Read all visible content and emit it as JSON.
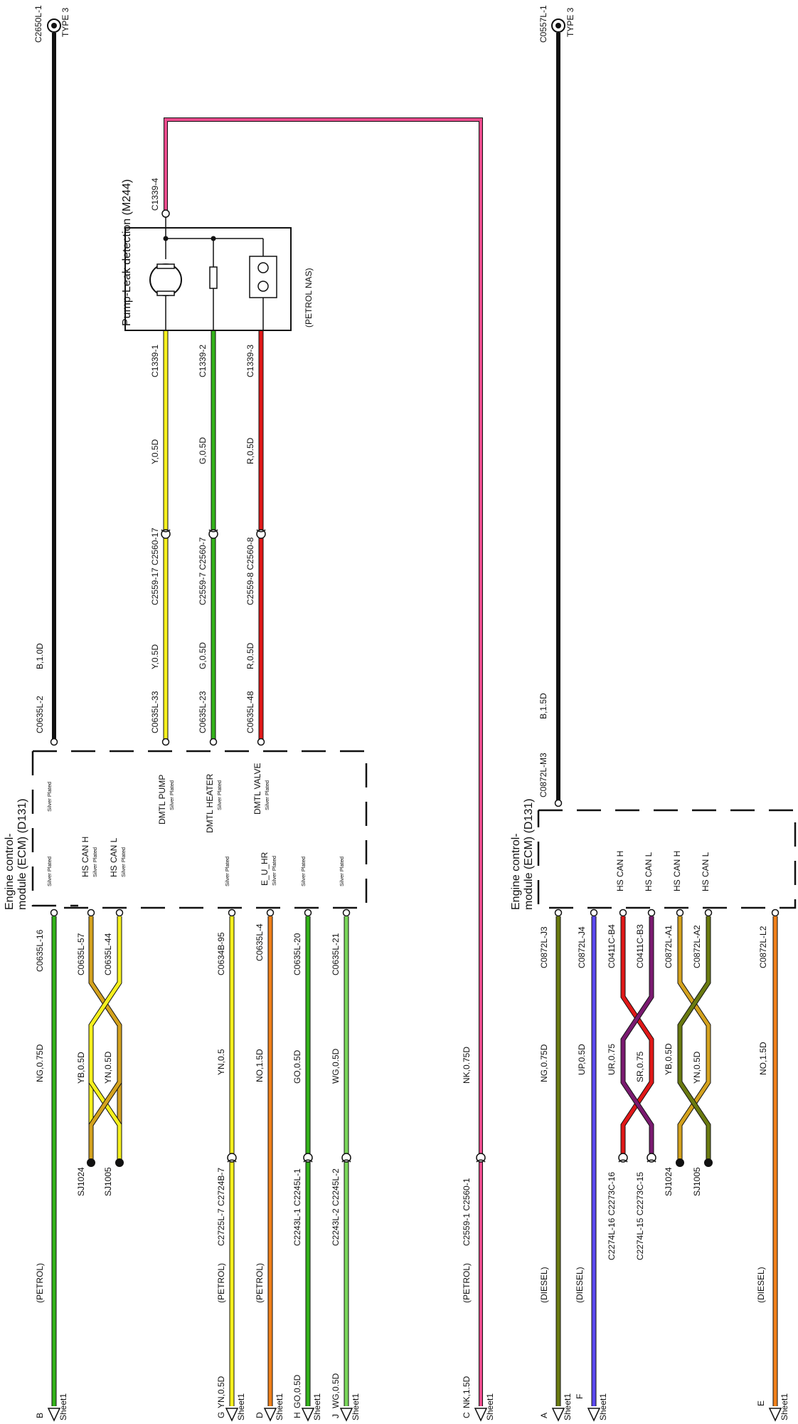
{
  "colors": {
    "black": "#111111",
    "green": "#33b21a",
    "yellow": "#f5f01e",
    "red": "#e01818",
    "pink": "#e94b8c",
    "orange": "#f0801a",
    "blue": "#5b49f0",
    "violet": "#7a1a70",
    "olive": "#6a7a10",
    "gold": "#d4a21e"
  },
  "grounds": [
    {
      "id": "C2650L-1",
      "type": "TYPE 3"
    },
    {
      "id": "C0557L-1",
      "type": "TYPE 3"
    }
  ],
  "pump": {
    "title": "Pump-Leak detection (M244)",
    "note": "(PETROL NAS)",
    "top_pin": "C1339-4",
    "pins": [
      "C1339-1",
      "C1339-2",
      "C1339-3"
    ]
  },
  "ecm_top": {
    "title_line1": "Engine control-",
    "title_line2": "module (ECM) (D131)",
    "silver": "Silver Plated",
    "pins": {
      "dmtl_pump": "DMTL PUMP",
      "dmtl_heater": "DMTL HEATER",
      "dmtl_valve": "DMTL VALVE",
      "hs_can_h": "HS CAN H",
      "hs_can_l": "HS CAN L",
      "e_u_hr": "E_U_HR"
    }
  },
  "ecm_bottom": {
    "title_line1": "Engine control-",
    "title_line2": "module (ECM) (D131)",
    "hs_can_h": "HS CAN H",
    "hs_can_l": "HS CAN L"
  },
  "top_wires": {
    "ground": {
      "conn": "C0635L-2",
      "spec": "B,1.0D"
    },
    "pump_wires": [
      {
        "ecm_conn": "C0635L-33",
        "spec": "Y,0.5D",
        "inline": "C2559-17 C2560-17",
        "spec2": "Y,0.5D"
      },
      {
        "ecm_conn": "C0635L-23",
        "spec": "G,0.5D",
        "inline": "C2559-7 C2560-7",
        "spec2": "G,0.5D"
      },
      {
        "ecm_conn": "C0635L-48",
        "spec": "R,0.5D",
        "inline": "C2559-8 C2560-8",
        "spec2": "R,0.5D"
      }
    ],
    "left_wires": [
      {
        "conn": "C0635L-16",
        "spec": "NG,0.75D"
      },
      {
        "conn": "C0635L-57",
        "spec": "YB,0.5D",
        "splice": "SJ1024"
      },
      {
        "conn": "C0635L-44",
        "spec": "YN,0.5D",
        "splice": "SJ1005"
      },
      {
        "conn": "C0634B-95",
        "spec": "YN,0.5",
        "inline": "C2725L-7 C2724B-7"
      },
      {
        "conn": "C0635L-4",
        "spec": "NO,1.5D"
      },
      {
        "conn": "C0635L-20",
        "spec": "GO,0.5D",
        "inline": "C2243L-1 C2245L-1"
      },
      {
        "conn": "C0635L-21",
        "spec": "WG,0.5D",
        "inline": "C2243L-2 C2245L-2"
      },
      {
        "spec": "NK,0.75D",
        "inline": "C2559-1 C2560-1"
      }
    ]
  },
  "bottom_wires": {
    "ground": {
      "conn": "C0872L-M3",
      "spec": "B,1.5D"
    },
    "left_wires": [
      {
        "conn": "C0872L-J3",
        "spec": "NG,0.75D"
      },
      {
        "conn": "C0872L-J4",
        "spec": "UP,0.5D"
      },
      {
        "conn": "C0411C-B4",
        "spec": "UR,0.75",
        "inline": "C2274L-16 C2273C-16"
      },
      {
        "conn": "C0411C-B3",
        "spec": "SR,0.75",
        "inline": "C2274L-15 C2273C-15"
      },
      {
        "conn": "C0872L-A1",
        "spec": "YB,0.5D",
        "splice": "SJ1024"
      },
      {
        "conn": "C0872L-A2",
        "spec": "YN,0.5D",
        "splice": "SJ1005"
      },
      {
        "conn": "C0872L-L2",
        "spec": "NO,1.5D"
      }
    ]
  },
  "sheets": [
    {
      "letter": "B",
      "note": "(PETROL)",
      "sheet": "Sheet1"
    },
    {
      "letter": "G",
      "spec": "YN,0.5D",
      "note": "(PETROL)",
      "sheet": "Sheet1"
    },
    {
      "letter": "D",
      "note": "(PETROL)",
      "sheet": "Sheet1"
    },
    {
      "letter": "H",
      "spec": "GO,0.5D",
      "sheet": "Sheet1"
    },
    {
      "letter": "J",
      "spec": "WG,0.5D",
      "sheet": "Sheet1"
    },
    {
      "letter": "C",
      "spec": "NK,1.5D",
      "note": "(PETROL)",
      "sheet": "Sheet1"
    },
    {
      "letter": "A",
      "note": "(DIESEL)",
      "sheet": "Sheet1"
    },
    {
      "letter": "F",
      "note": "(DIESEL)",
      "sheet": "Sheet1"
    },
    {
      "letter": "E",
      "note": "(DIESEL)",
      "sheet": "Sheet1"
    }
  ]
}
